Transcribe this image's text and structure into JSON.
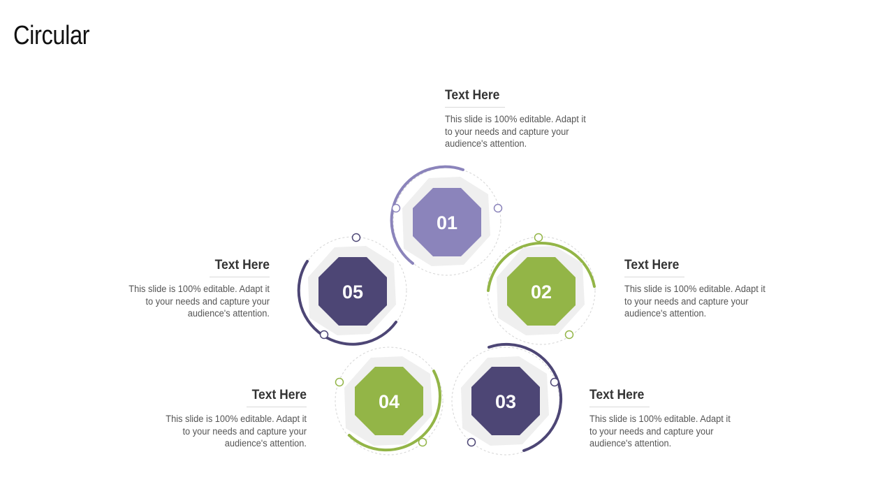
{
  "slide": {
    "title": "Circular"
  },
  "colors": {
    "lavender": "#8b84bb",
    "green": "#93b547",
    "indigo": "#4d4675",
    "ring_gray": "#efefef",
    "dashed": "#d4d4d4"
  },
  "steps": [
    {
      "number": "01",
      "color": "lavender",
      "heading": "Text Here",
      "body": "This slide is 100% editable. Adapt it to your needs and capture your audience's attention."
    },
    {
      "number": "02",
      "color": "green",
      "heading": "Text Here",
      "body": "This slide is 100% editable. Adapt it to your needs and capture your audience's attention."
    },
    {
      "number": "03",
      "color": "indigo",
      "heading": "Text Here",
      "body": "This slide is 100% editable. Adapt it to your needs and capture your audience's attention."
    },
    {
      "number": "04",
      "color": "green",
      "heading": "Text Here",
      "body": "This slide is 100% editable. Adapt it to your needs and capture your audience's attention."
    },
    {
      "number": "05",
      "color": "indigo",
      "heading": "Text Here",
      "body": "This slide is 100% editable. Adapt it to your needs and capture your audience's attention."
    }
  ]
}
